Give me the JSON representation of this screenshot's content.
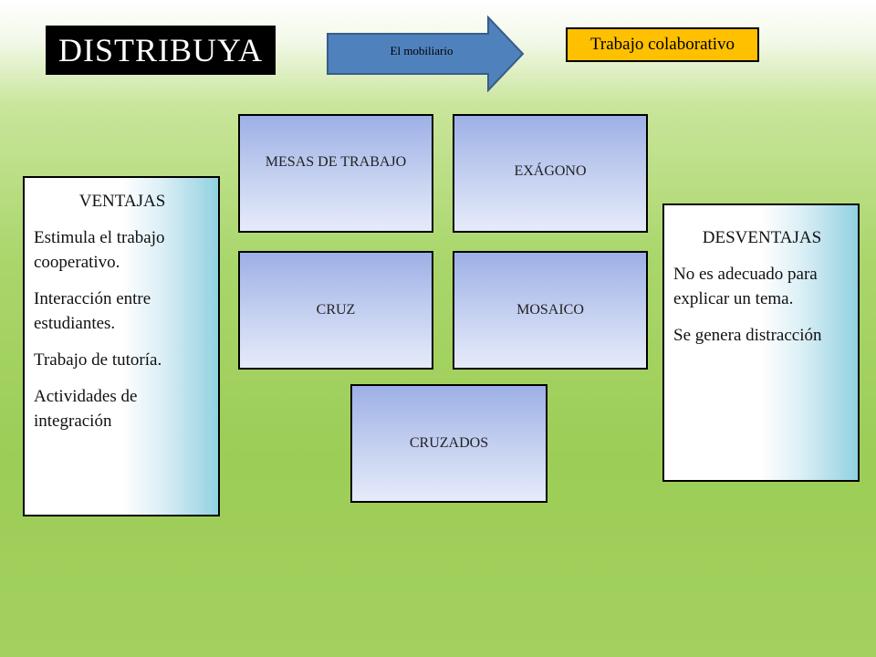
{
  "header": {
    "title": "DISTRIBUYA",
    "arrow_label": "El mobiliario",
    "result_label": "Trabajo colaborativo"
  },
  "layouts": [
    "MESAS DE TRABAJO",
    "EXÁGONO",
    "CRUZ",
    "MOSAICO",
    "CRUZADOS"
  ],
  "ventajas": {
    "heading": "VENTAJAS",
    "items": [
      "Estimula el trabajo cooperativo.",
      "Interacción entre estudiantes.",
      "Trabajo de tutoría.",
      "Actividades de integración"
    ]
  },
  "desventajas": {
    "heading": "DESVENTAJAS",
    "items": [
      "No es adecuado para  explicar un tema.",
      "Se genera distracción"
    ]
  },
  "colors": {
    "title_bg": "#000000",
    "arrow_fill": "#4f81bd",
    "arrow_stroke": "#385d8a",
    "result_bg": "#ffc000",
    "tile_blue": "#9db0e6",
    "background_green": "#a9d66b"
  }
}
